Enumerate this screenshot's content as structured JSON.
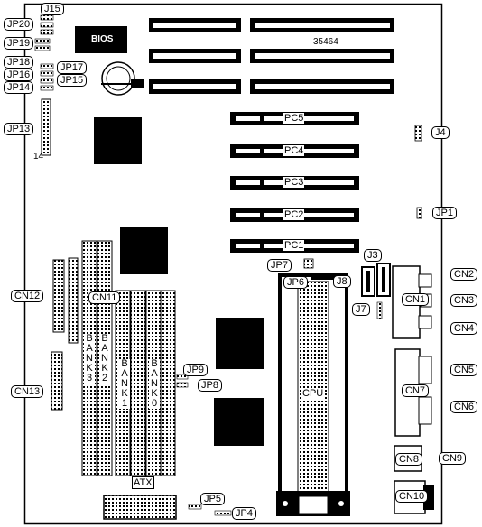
{
  "board": {
    "serial": "35464",
    "bios": "BIOS",
    "pin_label": "14",
    "cpu": "CPU",
    "atx": "ATX",
    "jumpers": {
      "j15": "J15",
      "jp20": "JP20",
      "jp19": "JP19",
      "jp18": "JP18",
      "jp17": "JP17",
      "jp16": "JP16",
      "jp15": "JP15",
      "jp14": "JP14",
      "jp13": "JP13",
      "j4": "J4",
      "jp1": "JP1",
      "j3": "J3",
      "jp7": "JP7",
      "jp6": "JP6",
      "j8": "J8",
      "j7": "J7",
      "jp9": "JP9",
      "jp8": "JP8",
      "jp5": "JP5",
      "jp4": "JP4"
    },
    "connectors": {
      "cn2": "CN2",
      "cn1": "CN1",
      "cn3": "CN3",
      "cn4": "CN4",
      "cn5": "CN5",
      "cn7": "CN7",
      "cn6": "CN6",
      "cn8": "CN8",
      "cn9": "CN9",
      "cn10": "CN10",
      "cn12": "CN12",
      "cn11": "CN11",
      "cn13": "CN13"
    },
    "pci_slots": [
      "PC5",
      "PC4",
      "PC3",
      "PC2",
      "PC1"
    ],
    "banks": [
      "BANK3",
      "BANK2",
      "BANK1",
      "BANK0"
    ]
  }
}
